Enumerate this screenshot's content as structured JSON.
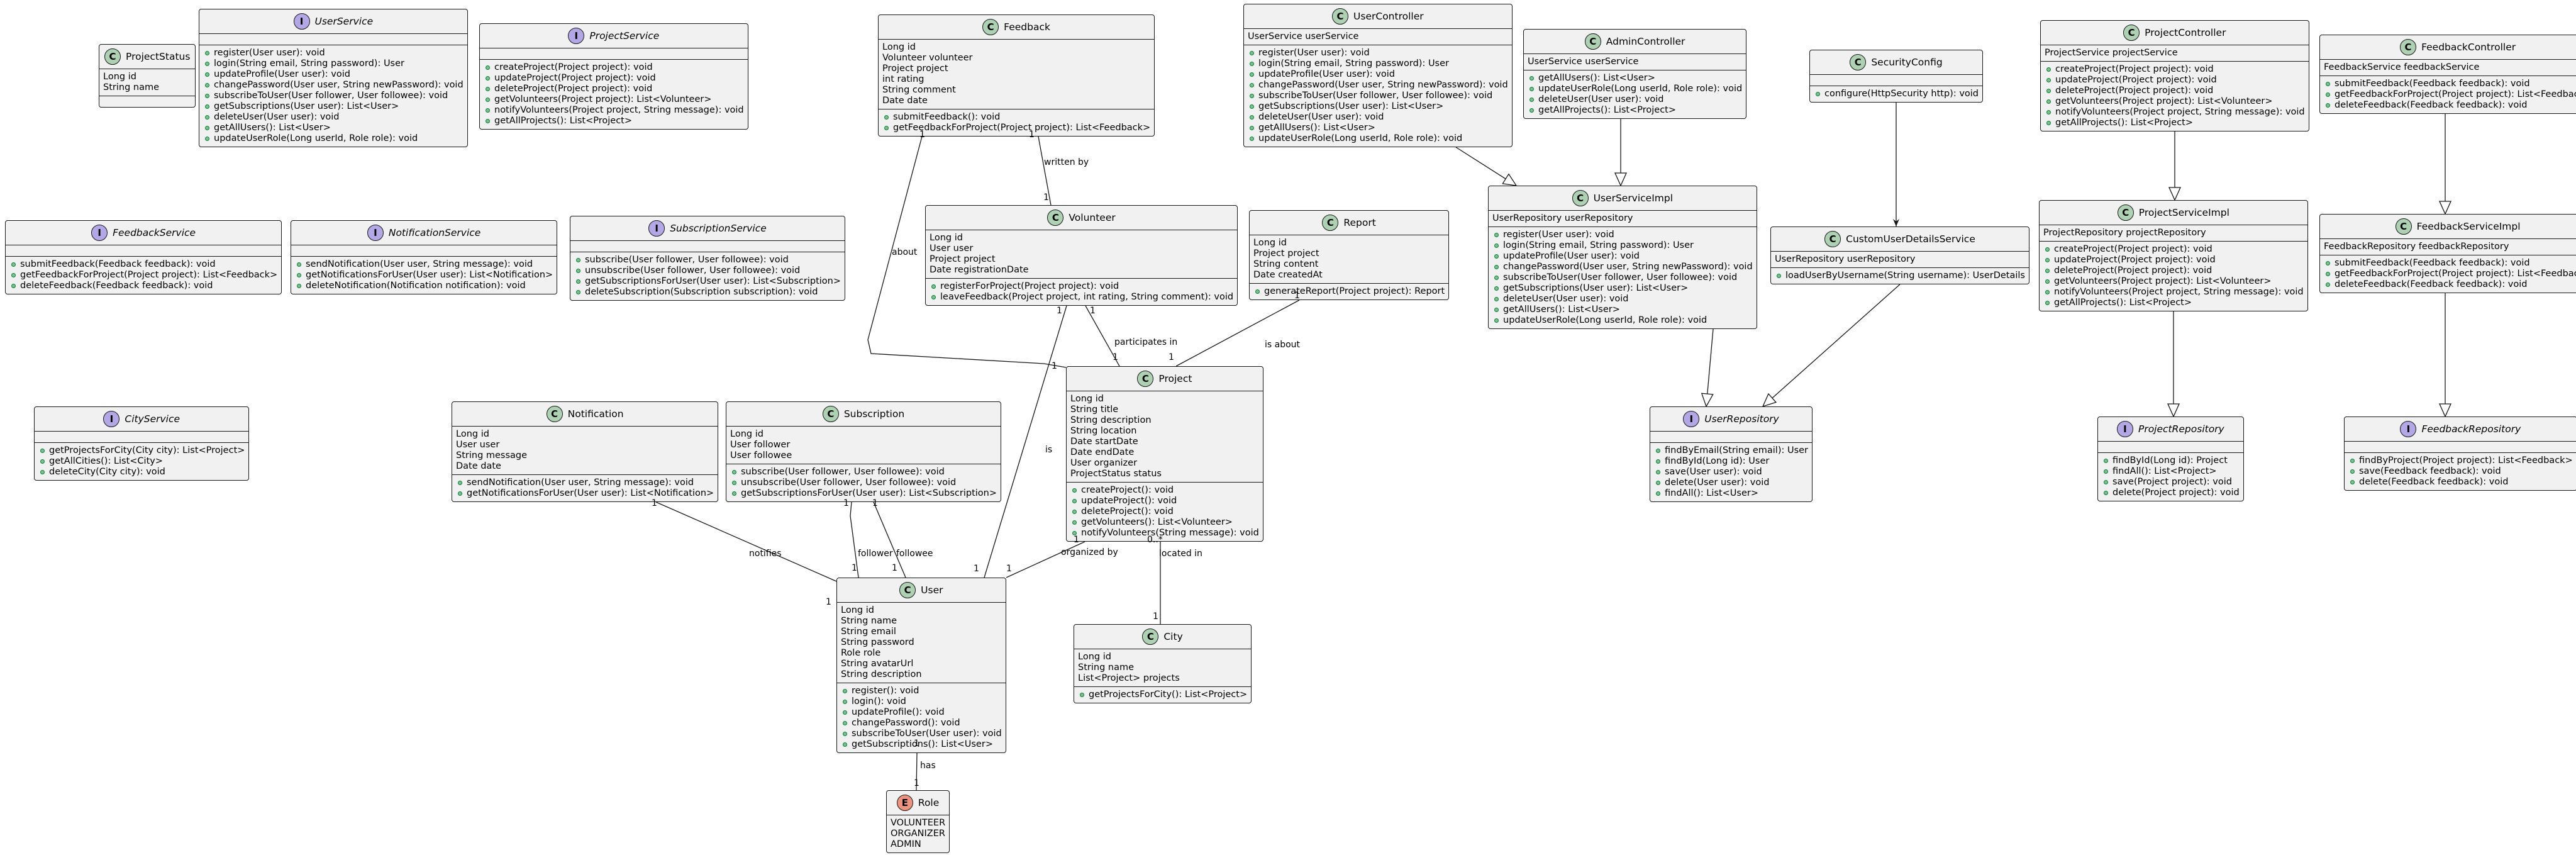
{
  "classes": {
    "ProjectStatus": {
      "name": "ProjectStatus",
      "kind": "class",
      "fields": [
        "Long id",
        "String name"
      ],
      "methods": []
    },
    "UserService": {
      "name": "UserService",
      "kind": "interface",
      "fields": [],
      "methods": [
        "register(User user): void",
        "login(String email, String password): User",
        "updateProfile(User user): void",
        "changePassword(User user, String newPassword): void",
        "subscribeToUser(User follower, User followee): void",
        "getSubscriptions(User user): List<User>",
        "deleteUser(User user): void",
        "getAllUsers(): List<User>",
        "updateUserRole(Long userId, Role role): void"
      ]
    },
    "ProjectService": {
      "name": "ProjectService",
      "kind": "interface",
      "fields": [],
      "methods": [
        "createProject(Project project): void",
        "updateProject(Project project): void",
        "deleteProject(Project project): void",
        "getVolunteers(Project project): List<Volunteer>",
        "notifyVolunteers(Project project, String message): void",
        "getAllProjects(): List<Project>"
      ]
    },
    "Feedback": {
      "name": "Feedback",
      "kind": "class",
      "fields": [
        "Long id",
        "Volunteer volunteer",
        "Project project",
        "int rating",
        "String comment",
        "Date date"
      ],
      "methods": [
        "submitFeedback(): void",
        "getFeedbackForProject(Project project): List<Feedback>"
      ]
    },
    "UserController": {
      "name": "UserController",
      "kind": "class",
      "fields": [
        "UserService userService"
      ],
      "methods": [
        "register(User user): void",
        "login(String email, String password): User",
        "updateProfile(User user): void",
        "changePassword(User user, String newPassword): void",
        "subscribeToUser(User follower, User followee): void",
        "getSubscriptions(User user): List<User>",
        "deleteUser(User user): void",
        "getAllUsers(): List<User>",
        "updateUserRole(Long userId, Role role): void"
      ]
    },
    "AdminController": {
      "name": "AdminController",
      "kind": "class",
      "fields": [
        "UserService userService"
      ],
      "methods": [
        "getAllUsers(): List<User>",
        "updateUserRole(Long userId, Role role): void",
        "deleteUser(User user): void",
        "getAllProjects(): List<Project>"
      ]
    },
    "SecurityConfig": {
      "name": "SecurityConfig",
      "kind": "class",
      "fields": [],
      "methods": [
        "configure(HttpSecurity http): void"
      ]
    },
    "ProjectController": {
      "name": "ProjectController",
      "kind": "class",
      "fields": [
        "ProjectService projectService"
      ],
      "methods": [
        "createProject(Project project): void",
        "updateProject(Project project): void",
        "deleteProject(Project project): void",
        "getVolunteers(Project project): List<Volunteer>",
        "notifyVolunteers(Project project, String message): void",
        "getAllProjects(): List<Project>"
      ]
    },
    "FeedbackController": {
      "name": "FeedbackController",
      "kind": "class",
      "fields": [
        "FeedbackService feedbackService"
      ],
      "methods": [
        "submitFeedback(Feedback feedback): void",
        "getFeedbackForProject(Project project): List<Feedback>",
        "deleteFeedback(Feedback feedback): void"
      ]
    },
    "FeedbackService": {
      "name": "FeedbackService",
      "kind": "interface",
      "fields": [],
      "methods": [
        "submitFeedback(Feedback feedback): void",
        "getFeedbackForProject(Project project): List<Feedback>",
        "deleteFeedback(Feedback feedback): void"
      ]
    },
    "NotificationService": {
      "name": "NotificationService",
      "kind": "interface",
      "fields": [],
      "methods": [
        "sendNotification(User user, String message): void",
        "getNotificationsForUser(User user): List<Notification>",
        "deleteNotification(Notification notification): void"
      ]
    },
    "SubscriptionService": {
      "name": "SubscriptionService",
      "kind": "interface",
      "fields": [],
      "methods": [
        "subscribe(User follower, User followee): void",
        "unsubscribe(User follower, User followee): void",
        "getSubscriptionsForUser(User user): List<Subscription>",
        "deleteSubscription(Subscription subscription): void"
      ]
    },
    "Volunteer": {
      "name": "Volunteer",
      "kind": "class",
      "fields": [
        "Long id",
        "User user",
        "Project project",
        "Date registrationDate"
      ],
      "methods": [
        "registerForProject(Project project): void",
        "leaveFeedback(Project project, int rating, String comment): void"
      ]
    },
    "Report": {
      "name": "Report",
      "kind": "class",
      "fields": [
        "Long id",
        "Project project",
        "String content",
        "Date createdAt"
      ],
      "methods": [
        "generateReport(Project project): Report"
      ]
    },
    "UserServiceImpl": {
      "name": "UserServiceImpl",
      "kind": "class",
      "fields": [
        "UserRepository userRepository"
      ],
      "methods": [
        "register(User user): void",
        "login(String email, String password): User",
        "updateProfile(User user): void",
        "changePassword(User user, String newPassword): void",
        "subscribeToUser(User follower, User followee): void",
        "getSubscriptions(User user): List<User>",
        "deleteUser(User user): void",
        "getAllUsers(): List<User>",
        "updateUserRole(Long userId, Role role): void"
      ]
    },
    "CustomUserDetailsService": {
      "name": "CustomUserDetailsService",
      "kind": "class",
      "fields": [
        "UserRepository userRepository"
      ],
      "methods": [
        "loadUserByUsername(String username): UserDetails"
      ]
    },
    "ProjectServiceImpl": {
      "name": "ProjectServiceImpl",
      "kind": "class",
      "fields": [
        "ProjectRepository projectRepository"
      ],
      "methods": [
        "createProject(Project project): void",
        "updateProject(Project project): void",
        "deleteProject(Project project): void",
        "getVolunteers(Project project): List<Volunteer>",
        "notifyVolunteers(Project project, String message): void",
        "getAllProjects(): List<Project>"
      ]
    },
    "FeedbackServiceImpl": {
      "name": "FeedbackServiceImpl",
      "kind": "class",
      "fields": [
        "FeedbackRepository feedbackRepository"
      ],
      "methods": [
        "submitFeedback(Feedback feedback): void",
        "getFeedbackForProject(Project project): List<Feedback>",
        "deleteFeedback(Feedback feedback): void"
      ]
    },
    "CityService": {
      "name": "CityService",
      "kind": "interface",
      "fields": [],
      "methods": [
        "getProjectsForCity(City city): List<Project>",
        "getAllCities(): List<City>",
        "deleteCity(City city): void"
      ]
    },
    "Notification": {
      "name": "Notification",
      "kind": "class",
      "fields": [
        "Long id",
        "User user",
        "String message",
        "Date date"
      ],
      "methods": [
        "sendNotification(User user, String message): void",
        "getNotificationsForUser(User user): List<Notification>"
      ]
    },
    "Subscription": {
      "name": "Subscription",
      "kind": "class",
      "fields": [
        "Long id",
        "User follower",
        "User followee"
      ],
      "methods": [
        "subscribe(User follower, User followee): void",
        "unsubscribe(User follower, User followee): void",
        "getSubscriptionsForUser(User user): List<Subscription>"
      ]
    },
    "Project": {
      "name": "Project",
      "kind": "class",
      "fields": [
        "Long id",
        "String title",
        "String description",
        "String location",
        "Date startDate",
        "Date endDate",
        "User organizer",
        "ProjectStatus status"
      ],
      "methods": [
        "createProject(): void",
        "updateProject(): void",
        "deleteProject(): void",
        "getVolunteers(): List<Volunteer>",
        "notifyVolunteers(String message): void"
      ]
    },
    "UserRepository": {
      "name": "UserRepository",
      "kind": "interface",
      "fields": [],
      "methods": [
        "findByEmail(String email): User",
        "findById(Long id): User",
        "save(User user): void",
        "delete(User user): void",
        "findAll(): List<User>"
      ]
    },
    "ProjectRepository": {
      "name": "ProjectRepository",
      "kind": "interface",
      "fields": [],
      "methods": [
        "findById(Long id): Project",
        "findAll(): List<Project>",
        "save(Project project): void",
        "delete(Project project): void"
      ]
    },
    "FeedbackRepository": {
      "name": "FeedbackRepository",
      "kind": "interface",
      "fields": [],
      "methods": [
        "findByProject(Project project): List<Feedback>",
        "save(Feedback feedback): void",
        "delete(Feedback feedback): void"
      ]
    },
    "User": {
      "name": "User",
      "kind": "class",
      "fields": [
        "Long id",
        "String name",
        "String email",
        "String password",
        "Role role",
        "String avatarUrl",
        "String description"
      ],
      "methods": [
        "register(): void",
        "login(): void",
        "updateProfile(): void",
        "changePassword(): void",
        "subscribeToUser(User user): void",
        "getSubscriptions(): List<User>"
      ]
    },
    "City": {
      "name": "City",
      "kind": "class",
      "fields": [
        "Long id",
        "String name",
        "List<Project> projects"
      ],
      "methods": [
        "getProjectsForCity(): List<Project>"
      ]
    },
    "Role": {
      "name": "Role",
      "kind": "enum",
      "fields": [
        "VOLUNTEER",
        "ORGANIZER",
        "ADMIN"
      ],
      "methods": []
    }
  },
  "relations": [
    {
      "from": "Feedback",
      "to": "Project",
      "label": "about",
      "from_mult": "1",
      "to_mult": "1"
    },
    {
      "from": "Feedback",
      "to": "Volunteer",
      "label": "written by",
      "from_mult": "1",
      "to_mult": "1"
    },
    {
      "from": "Volunteer",
      "to": "User",
      "label": "is",
      "from_mult": "1",
      "to_mult": "1"
    },
    {
      "from": "Volunteer",
      "to": "Project",
      "label": "participates in",
      "from_mult": "1",
      "to_mult": "1"
    },
    {
      "from": "Report",
      "to": "Project",
      "label": "is about",
      "from_mult": "1",
      "to_mult": "1"
    },
    {
      "from": "Notification",
      "to": "User",
      "label": "notifies",
      "from_mult": "1",
      "to_mult": "1"
    },
    {
      "from": "Subscription",
      "to": "User",
      "label": "follower",
      "from_mult": "1",
      "to_mult": "1"
    },
    {
      "from": "Subscription",
      "to": "User",
      "label": "followee",
      "from_mult": "1",
      "to_mult": "1"
    },
    {
      "from": "Project",
      "to": "User",
      "label": "organized by",
      "from_mult": "1",
      "to_mult": "1"
    },
    {
      "from": "Project",
      "to": "City",
      "label": "located in",
      "from_mult": "0..*",
      "to_mult": "1"
    },
    {
      "from": "User",
      "to": "Role",
      "label": "has",
      "from_mult": "1",
      "to_mult": "1"
    },
    {
      "from": "UserController",
      "to": "UserServiceImpl",
      "type": "extension"
    },
    {
      "from": "AdminController",
      "to": "UserServiceImpl",
      "type": "extension"
    },
    {
      "from": "SecurityConfig",
      "to": "CustomUserDetailsService",
      "type": "dependency"
    },
    {
      "from": "UserServiceImpl",
      "to": "UserRepository",
      "type": "extension"
    },
    {
      "from": "CustomUserDetailsService",
      "to": "UserRepository",
      "type": "extension"
    },
    {
      "from": "ProjectController",
      "to": "ProjectServiceImpl",
      "type": "extension"
    },
    {
      "from": "ProjectServiceImpl",
      "to": "ProjectRepository",
      "type": "extension"
    },
    {
      "from": "FeedbackController",
      "to": "FeedbackServiceImpl",
      "type": "extension"
    },
    {
      "from": "FeedbackServiceImpl",
      "to": "FeedbackRepository",
      "type": "extension"
    }
  ],
  "icon_letters": {
    "class": "C",
    "interface": "I",
    "enum": "E"
  },
  "colors": {
    "box_fill": "#f1f1f1",
    "border": "#181818",
    "class_icon": "#add1b2",
    "interface_icon": "#b4a7e5",
    "enum_icon": "#eb937f",
    "method_dot": "#84be84"
  }
}
